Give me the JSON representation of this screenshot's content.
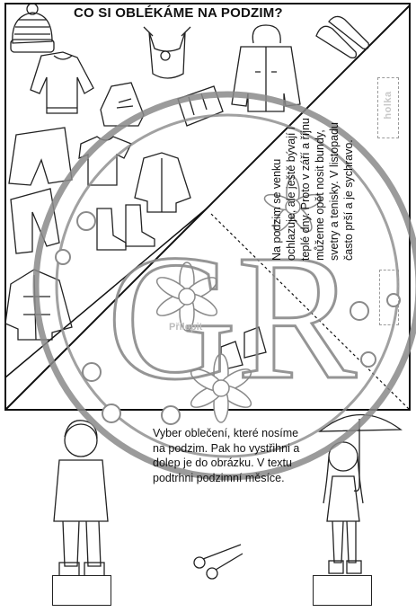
{
  "worksheet": {
    "title": "CO SI OBLÉKÁME NA PODZIM?",
    "tab_girl_label": "holka",
    "paste_label": "Přilepit",
    "rotated_text": "Na podzim se venku ochlazuje, ale ještě bývají i teplé dny. Proto v září a říjnu můžeme opět nosit bundy, svetry a tenisky. V listopadu často prší a je sychravo.",
    "instruction": "Vyber oblečení, které nosíme na podzim. Pak ho vystřihni a dolep je do obrázku. V textu podtrhni podzimní měsíce.",
    "watermark_letters": "GR"
  },
  "colors": {
    "ink": "#111111",
    "watermark": "#8a8a8a",
    "paper": "#ffffff"
  },
  "icons": [
    "hat-icon",
    "sweater-icon",
    "swimsuit-icon",
    "raincoat-icon",
    "flip-flops-icon",
    "sneakers-icon",
    "scarf-icon",
    "shorts-icon",
    "tshirt-icon",
    "jacket-icon",
    "trousers-icon",
    "rain-boots-icon",
    "winter-jacket-icon",
    "flower-icon",
    "scissors-icon",
    "boy-figure",
    "girl-with-umbrella-figure"
  ]
}
